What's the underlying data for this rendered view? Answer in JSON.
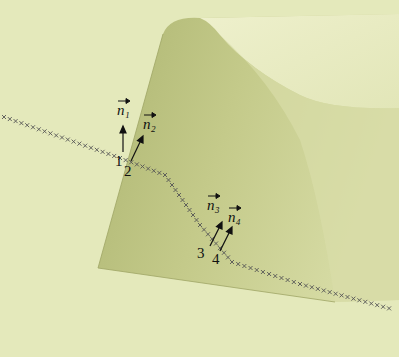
{
  "diagram": {
    "labels": [
      "n₁",
      "n₂",
      "1",
      "2",
      "n₃",
      "n₄",
      "3",
      "4"
    ]
  }
}
